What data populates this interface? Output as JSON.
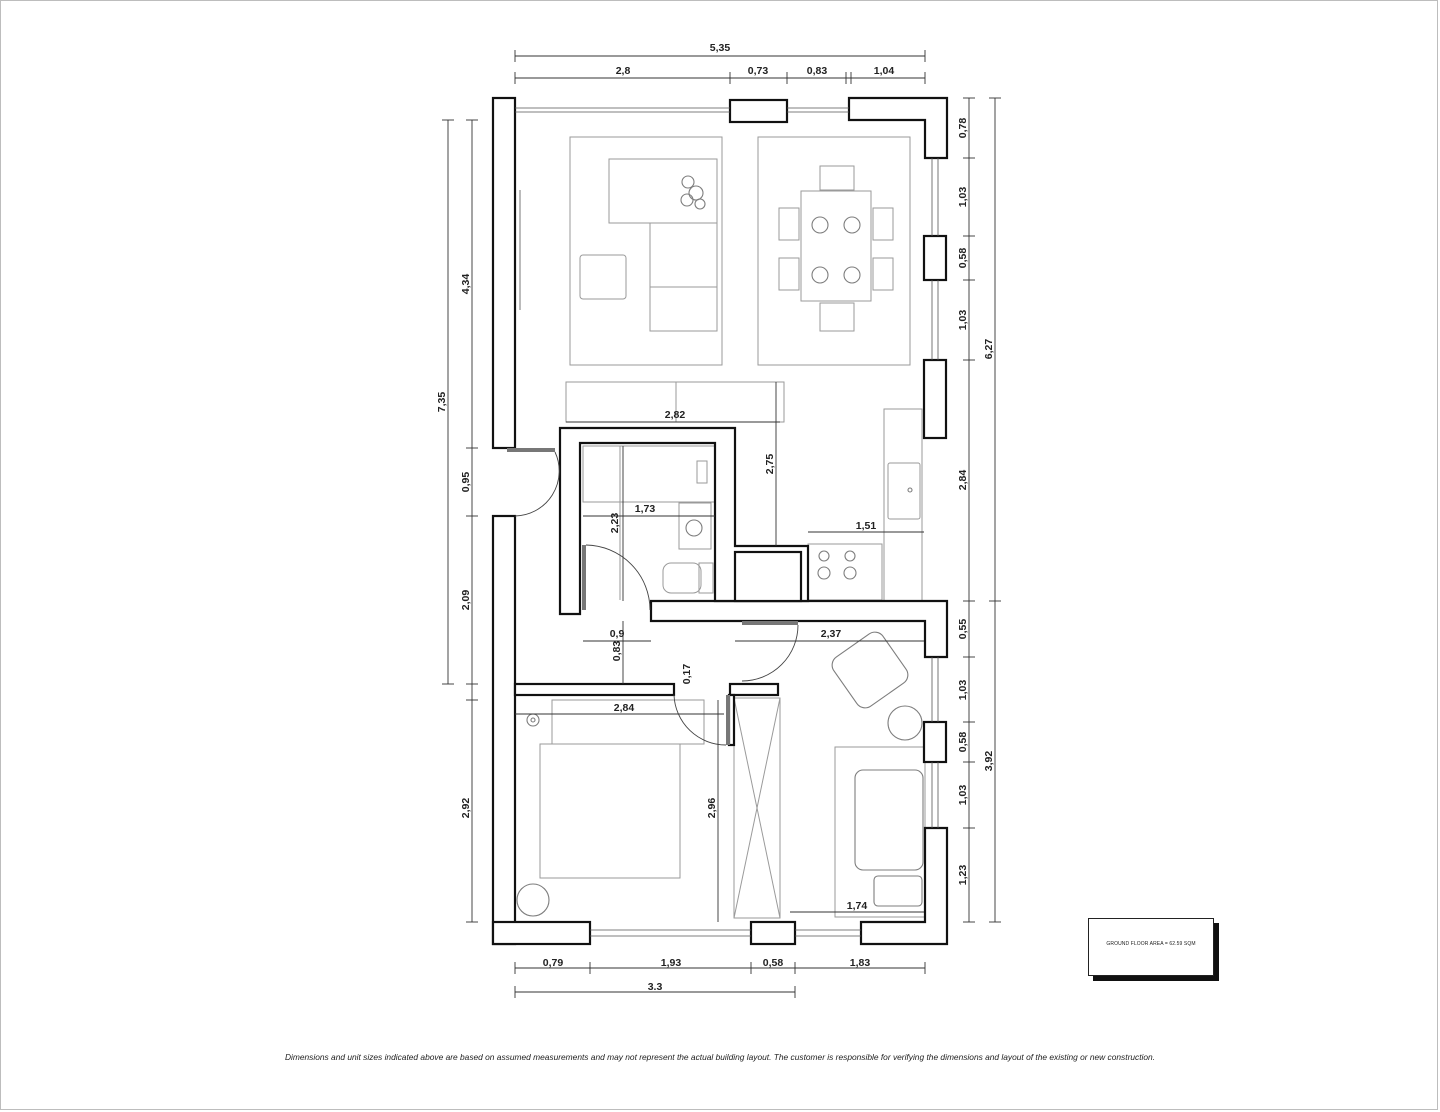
{
  "dimensions": {
    "top_total": "5,35",
    "top_2_8": "2,8",
    "top_0_73": "0,73",
    "top_0_83": "0,83",
    "top_1_04": "1,04",
    "right_0_78": "0,78",
    "right_1_03_a": "1,03",
    "right_0_58_a": "0,58",
    "right_1_03_b": "1,03",
    "right_2_84": "2,84",
    "right_0_55": "0,55",
    "right_1_03_c": "1,03",
    "right_0_58_b": "0,58",
    "right_1_03_d": "1,03",
    "right_1_23": "1,23",
    "right_outer_6_27": "6,27",
    "right_outer_3_92": "3,92",
    "left_outer_7_35": "7,35",
    "left_4_34": "4,34",
    "left_0_95": "0,95",
    "left_2_09": "2,09",
    "left_2_92": "2,92",
    "bottom_0_79": "0,79",
    "bottom_1_93": "1,93",
    "bottom_0_58": "0,58",
    "bottom_1_83": "1,83",
    "bottom_total_3_3": "3.3",
    "inner_2_82": "2,82",
    "inner_2_75": "2,75",
    "inner_1_73": "1,73",
    "inner_2_23": "2,23",
    "inner_1_51": "1,51",
    "inner_0_9": "0,9",
    "inner_0_83": "0,83",
    "inner_0_17": "0,17",
    "inner_2_37": "2,37",
    "inner_2_84": "2,84",
    "inner_2_96": "2,96",
    "inner_1_74": "1,74"
  },
  "area_label": "GROUND FLOOR AREA = 62.59 SQM",
  "disclaimer": "Dimensions and unit sizes indicated above are based on assumed measurements and may not represent the actual building layout. The customer is responsible for verifying the dimensions and layout of the existing or new construction."
}
